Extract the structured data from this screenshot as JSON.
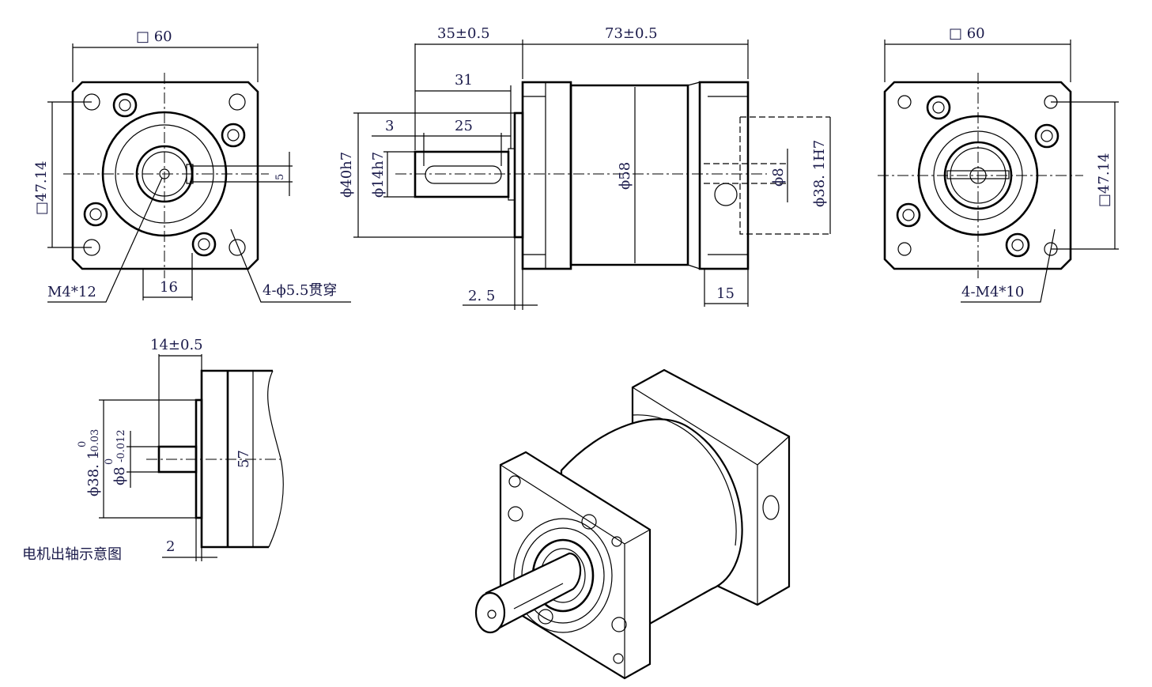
{
  "front_view": {
    "width": "□ 60",
    "bolt_square": "□47.14",
    "key_dim": "5",
    "screw": "M4*12",
    "hole_offset": "16",
    "holes": "4-ϕ5.5贯穿"
  },
  "side_view": {
    "input_len": "35±0.5",
    "body_len": "73±0.5",
    "shaft_len": "31",
    "key_start": "3",
    "key_len": "25",
    "pilot_dia": "ϕ40h7",
    "shaft_dia": "ϕ14h7",
    "body_dia": "ϕ58",
    "bore_dia": "ϕ8",
    "motor_pilot": "ϕ38. 1H7",
    "pilot_thk": "2. 5",
    "rear_len": "15"
  },
  "rear_view": {
    "width": "□ 60",
    "bolt_square": "□47.14",
    "holes": "4-M4*10"
  },
  "motor_shaft": {
    "caption": "电机出轴示意图",
    "shaft_len": "14±0.5",
    "pilot_dia": "ϕ38. 1",
    "pilot_tol": "0\n-0.03",
    "pilot_tol_top": "0",
    "pilot_tol_bottom": "-0.03",
    "shaft_dia": "ϕ8",
    "shaft_tol_top": "0",
    "shaft_tol_bottom": "-0.012",
    "height": "57",
    "pilot_thk": "2"
  }
}
